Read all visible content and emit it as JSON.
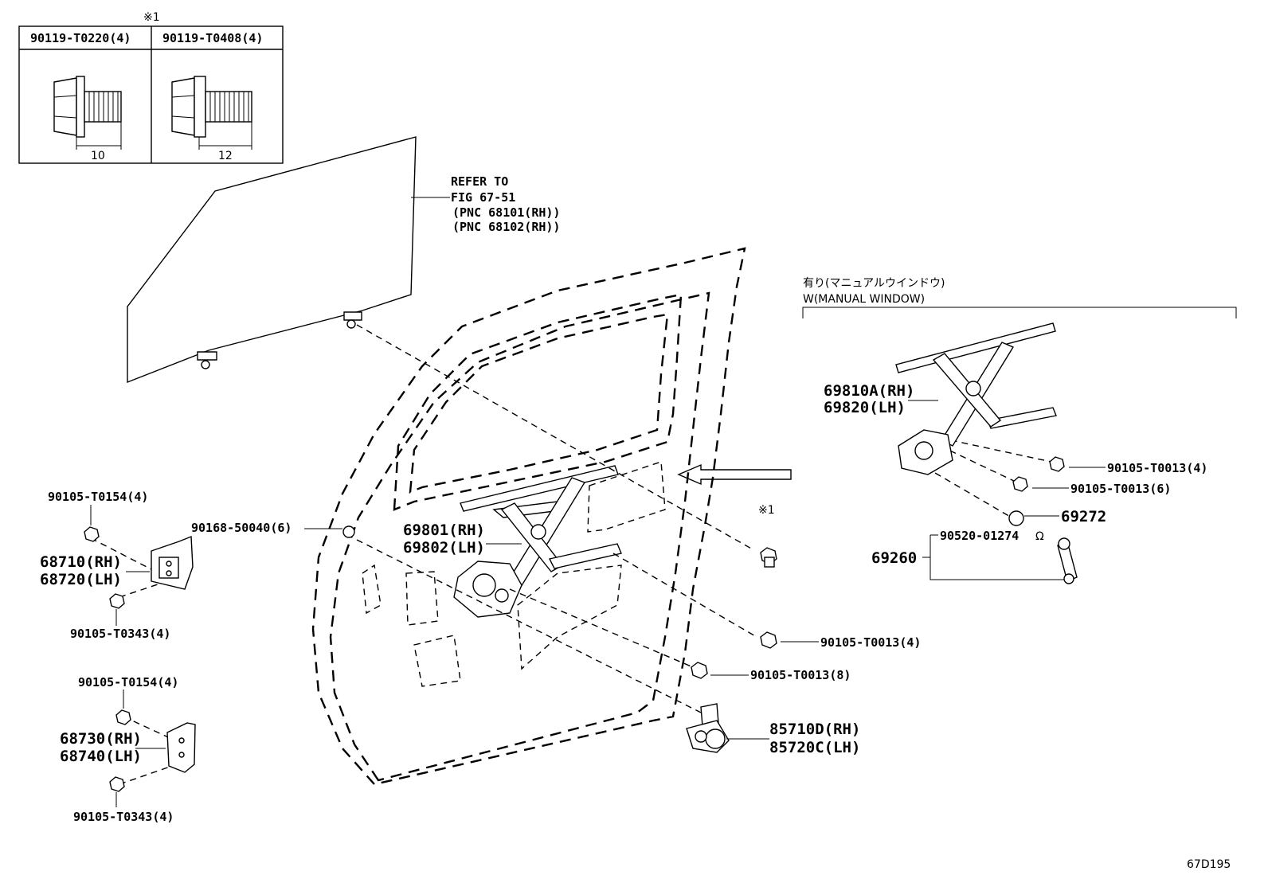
{
  "diagram_code": "67D195",
  "note_mark": "※1",
  "bolt_table": {
    "mark": "※1",
    "columns": [
      {
        "part": "90119-T0220(4)",
        "dim": "10"
      },
      {
        "part": "90119-T0408(4)",
        "dim": "12"
      }
    ]
  },
  "glass_ref": {
    "line1": "REFER TO",
    "line2": "FIG 67-51",
    "line3": "(PNC 68101(RH))",
    "line4": "(PNC 68102(RH))"
  },
  "manual_window": {
    "title_jp": "有り(マニュアルウインドウ)",
    "title_en": "W(MANUAL WINDOW)",
    "regulator_rh": "69810A(RH)",
    "regulator_lh": "69820(LH)",
    "bolt_a": "90105-T0013(4)",
    "bolt_b": "90105-T0013(6)",
    "washer": "69272",
    "handle": "69260",
    "clip": "90520-01274"
  },
  "labels": {
    "upper_hinge_bolt_top": "90105-T0154(4)",
    "upper_hinge_rh": "68710(RH)",
    "upper_hinge_lh": "68720(LH)",
    "upper_hinge_bolt_bottom": "90105-T0343(4)",
    "lower_hinge_bolt_top": "90105-T0154(4)",
    "lower_hinge_rh": "68730(RH)",
    "lower_hinge_lh": "68740(LH)",
    "lower_hinge_bolt_bottom": "90105-T0343(4)",
    "door_bolt": "90168-50040(6)",
    "regulator_rh": "69801(RH)",
    "regulator_lh": "69802(LH)",
    "reg_bolt_a": "90105-T0013(4)",
    "reg_bolt_b": "90105-T0013(8)",
    "motor_rh": "85710D(RH)",
    "motor_lh": "85720C(LH)",
    "note_bolt": "※1"
  }
}
